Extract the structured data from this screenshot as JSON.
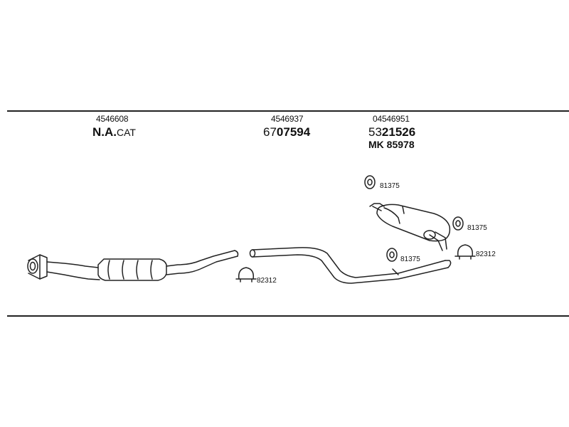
{
  "parts": {
    "cat": {
      "ref": "4546608",
      "code_bold": "N.A.",
      "code_suffix": "CAT"
    },
    "mid_pipe": {
      "ref": "4546937",
      "code_prefix": "67",
      "code_bold": "07594"
    },
    "rear": {
      "ref": "04546951",
      "code_prefix": "53",
      "code_bold": "21526",
      "mk_prefix": "MK",
      "mk_code": "85978"
    }
  },
  "callouts": {
    "hanger_top": "81375",
    "hanger_right": "81375",
    "hanger_mid": "81375",
    "clamp_right": "82312",
    "clamp_left": "82312"
  }
}
